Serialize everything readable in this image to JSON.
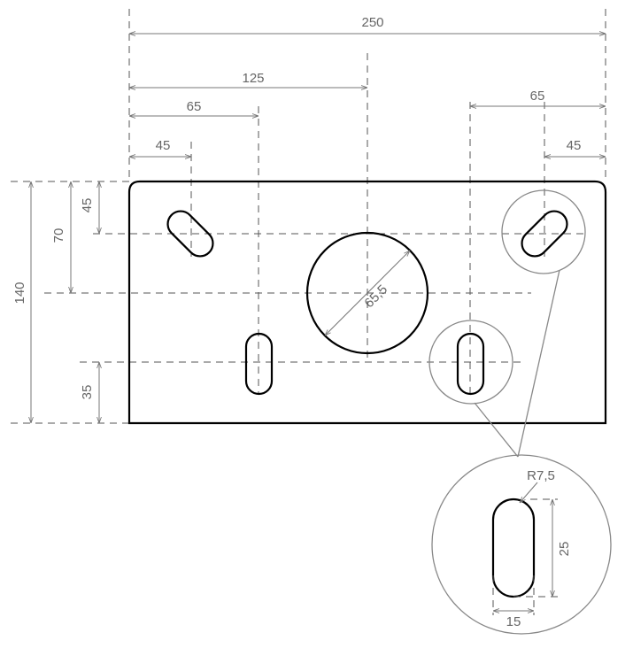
{
  "drawing": {
    "colors": {
      "part": "#000000",
      "dimension": "#777777",
      "text": "#666666"
    },
    "dimensions": {
      "overall_width": "250",
      "center_offset": "125",
      "left_slot_offset": "65",
      "left_hole_offset": "45",
      "right_slot_offset": "65",
      "right_hole_offset": "45",
      "overall_height": "140",
      "center_height": "70",
      "hole_height": "45",
      "slot_height": "35",
      "circle_diameter": "65,5"
    },
    "detail": {
      "radius": "R7,5",
      "slot_length": "25",
      "slot_width": "15"
    }
  }
}
